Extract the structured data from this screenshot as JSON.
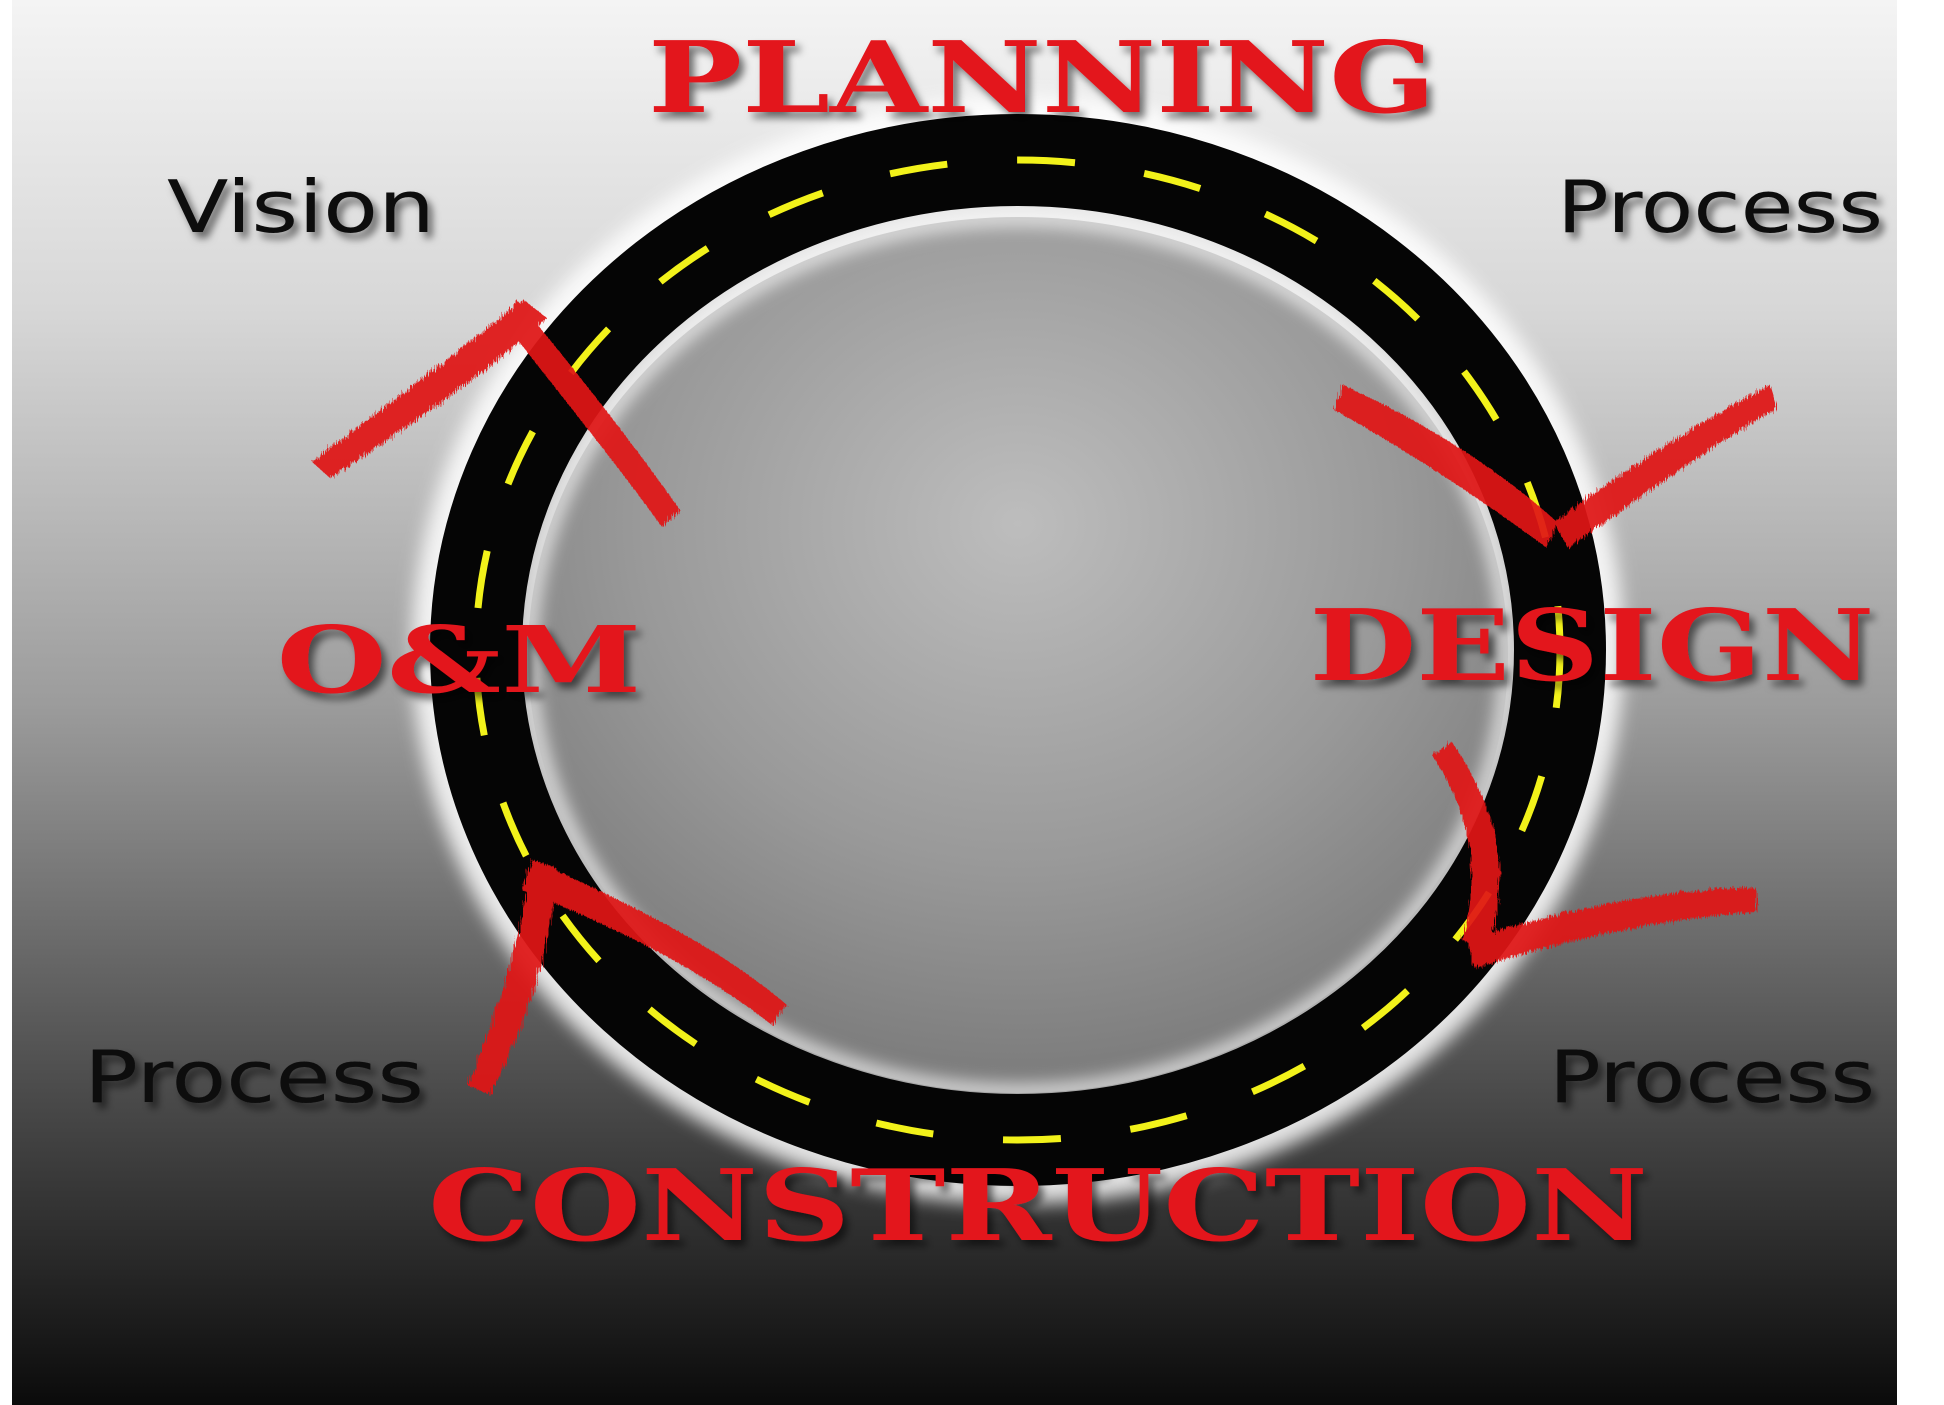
{
  "diagram": {
    "stages": {
      "planning": "PLANNING",
      "design": "DESIGN",
      "construction": "CONSTRUCTION",
      "om": "O&M"
    },
    "side_labels": {
      "vision": "Vision",
      "process_top_right": "Process",
      "process_bottom_right": "Process",
      "process_bottom_left": "Process"
    },
    "colors": {
      "stage_text": "#e3121c",
      "road": "#050505",
      "lane_marking": "#f2f21a",
      "arrow": "#e01418",
      "side_text": "#0a0a0a",
      "background_top": "#f4f4f4",
      "background_bottom": "#0b0b0b"
    },
    "icons": [
      "circular-road",
      "clockwise-arrow"
    ]
  }
}
